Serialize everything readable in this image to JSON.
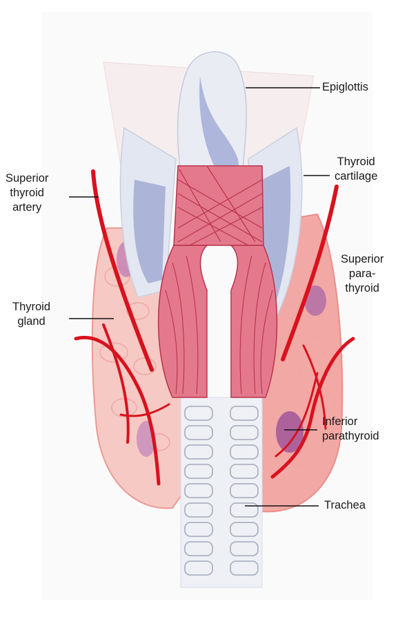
{
  "labels": {
    "epiglottis": "Epiglottis",
    "thyroid_cartilage": "Thyroid\ncartilage",
    "superior_thyroid_artery": "Superior\nthyroid\nartery",
    "superior_parathyroid": "Superior\npara-\nthyroid",
    "thyroid_gland": "Thyroid\ngland",
    "inferior_parathyroid": "Inferior\nparathyroid",
    "trachea": "Trachea"
  },
  "colors": {
    "paper": "#fbfafb",
    "cartilage": "#e9ecf3",
    "cartilage_shadow": "#9aa4cf",
    "muscle": "#e4798d",
    "muscle_line": "#b8324a",
    "gland": "#f6c9c4",
    "gland_edge": "#ec9a94",
    "artery": "#d8121e",
    "parathyroid": "#b26fa6",
    "trachea_ring": "#aeb3c2",
    "leader": "#111111"
  }
}
